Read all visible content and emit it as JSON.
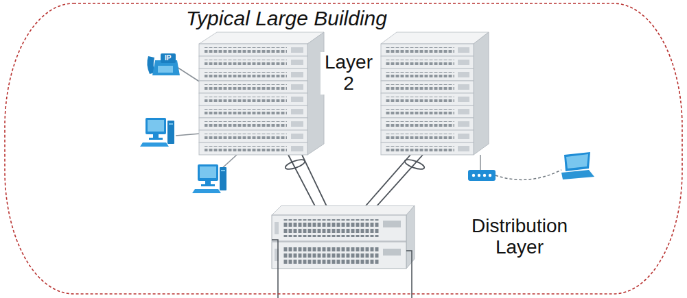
{
  "diagram": {
    "nodes": [
      {
        "text": [
          "Typical Large Building"
        ]
      }
    ],
    "labels": [
      "Layer 2",
      "Distribution Layer",
      "IP"
    ]
  }
}
